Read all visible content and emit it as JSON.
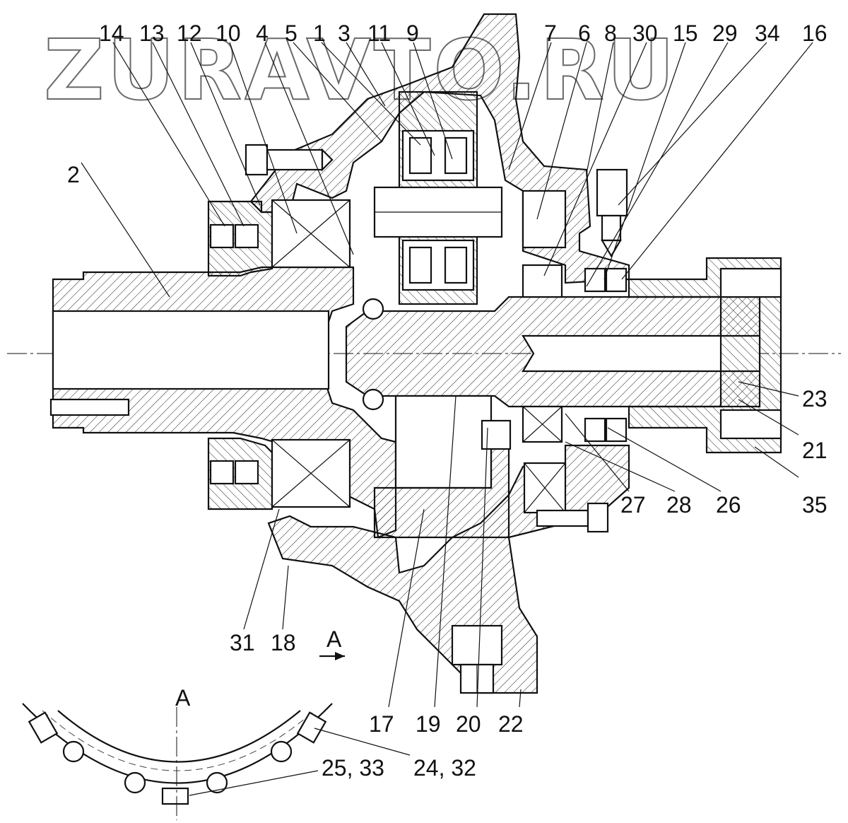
{
  "watermark": "ZURAVTO.RU",
  "view": {
    "section_label": "A",
    "view_label": "A"
  },
  "labels": {
    "top": [
      "14",
      "13",
      "12",
      "10",
      "4",
      "5",
      "1",
      "3",
      "11",
      "9",
      "7",
      "6",
      "8",
      "30",
      "15",
      "29",
      "34",
      "16"
    ],
    "left": [
      "2"
    ],
    "right": [
      "23",
      "21",
      "35"
    ],
    "lower_right": [
      "27",
      "28",
      "26"
    ],
    "lower_left": [
      "31",
      "18"
    ],
    "bottom": [
      "17",
      "19",
      "20",
      "22"
    ],
    "detail": [
      "25, 33",
      "24, 32"
    ]
  }
}
